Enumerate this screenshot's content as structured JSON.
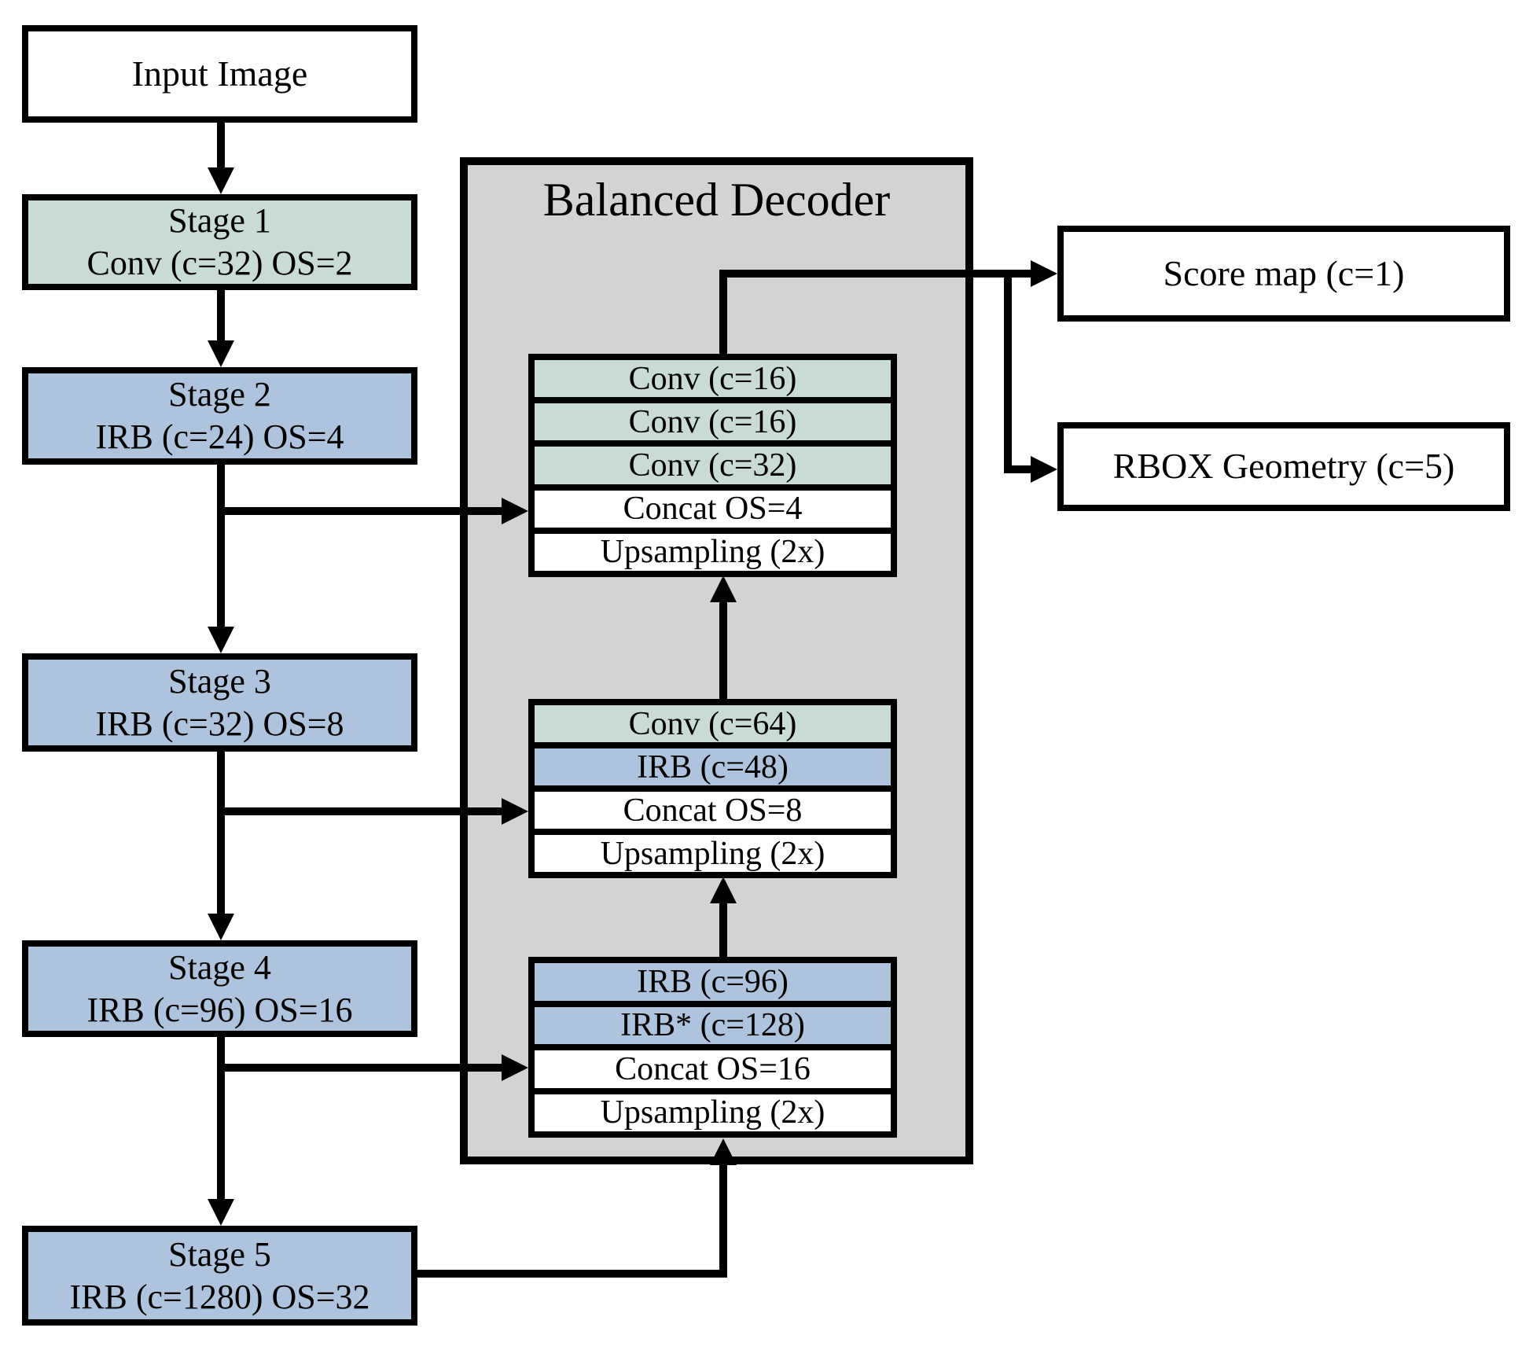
{
  "diagram": {
    "colors": {
      "conv": "#c8dcd3",
      "irb": "#aec3de",
      "plain": "#ffffff",
      "decoder_bg": "#d3d3d3",
      "line": "#000000"
    },
    "input_box": {
      "label": "Input Image",
      "type": "plain"
    },
    "stages": [
      {
        "title": "Stage 1",
        "subtitle": "Conv (c=32) OS=2",
        "type": "conv"
      },
      {
        "title": "Stage 2",
        "subtitle": "IRB (c=24) OS=4",
        "type": "irb"
      },
      {
        "title": "Stage 3",
        "subtitle": "IRB (c=32) OS=8",
        "type": "irb"
      },
      {
        "title": "Stage 4",
        "subtitle": "IRB (c=96) OS=16",
        "type": "irb"
      },
      {
        "title": "Stage 5",
        "subtitle": "IRB (c=1280) OS=32",
        "type": "irb"
      }
    ],
    "decoder": {
      "title": "Balanced Decoder",
      "top_block": {
        "rows": [
          {
            "label": "Conv (c=16)",
            "type": "conv"
          },
          {
            "label": "Conv (c=16)",
            "type": "conv"
          },
          {
            "label": "Conv (c=32)",
            "type": "conv"
          },
          {
            "label": "Concat OS=4",
            "type": "plain"
          },
          {
            "label": "Upsampling (2x)",
            "type": "plain"
          }
        ]
      },
      "middle_block": {
        "rows": [
          {
            "label": "Conv (c=64)",
            "type": "conv"
          },
          {
            "label": "IRB (c=48)",
            "type": "irb"
          },
          {
            "label": "Concat OS=8",
            "type": "plain"
          },
          {
            "label": "Upsampling (2x)",
            "type": "plain"
          }
        ]
      },
      "bottom_block": {
        "rows": [
          {
            "label": "IRB (c=96)",
            "type": "irb"
          },
          {
            "label": "IRB* (c=128)",
            "type": "irb"
          },
          {
            "label": "Concat OS=16",
            "type": "plain"
          },
          {
            "label": "Upsampling (2x)",
            "type": "plain"
          }
        ]
      }
    },
    "outputs": [
      {
        "label": "Score map (c=1)",
        "type": "plain"
      },
      {
        "label": "RBOX Geometry (c=5)",
        "type": "plain"
      }
    ]
  }
}
